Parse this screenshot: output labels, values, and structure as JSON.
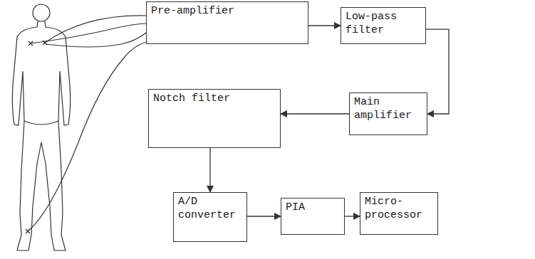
{
  "diagram": {
    "nodes": [
      {
        "text": [
          "Pre-amplifier"
        ]
      },
      {
        "text": [
          "Low-pass filter"
        ]
      },
      {
        "text": [
          "Main amplifier"
        ]
      },
      {
        "text": [
          "Notch filter"
        ]
      },
      {
        "text": [
          "A/D converter"
        ]
      },
      {
        "text": [
          "PIA"
        ]
      },
      {
        "text": [
          "Micro-processor"
        ]
      }
    ],
    "edges": [
      {
        "from": 0,
        "to": 1,
        "arrow": "to"
      },
      {
        "from": 1,
        "to": 2,
        "arrow": "to"
      },
      {
        "from": 2,
        "to": 3,
        "arrow": "to"
      },
      {
        "from": 3,
        "to": 4,
        "arrow": "to"
      },
      {
        "from": 4,
        "to": 5,
        "arrow": "to"
      },
      {
        "from": 5,
        "to": 6,
        "arrow": "to"
      }
    ]
  }
}
